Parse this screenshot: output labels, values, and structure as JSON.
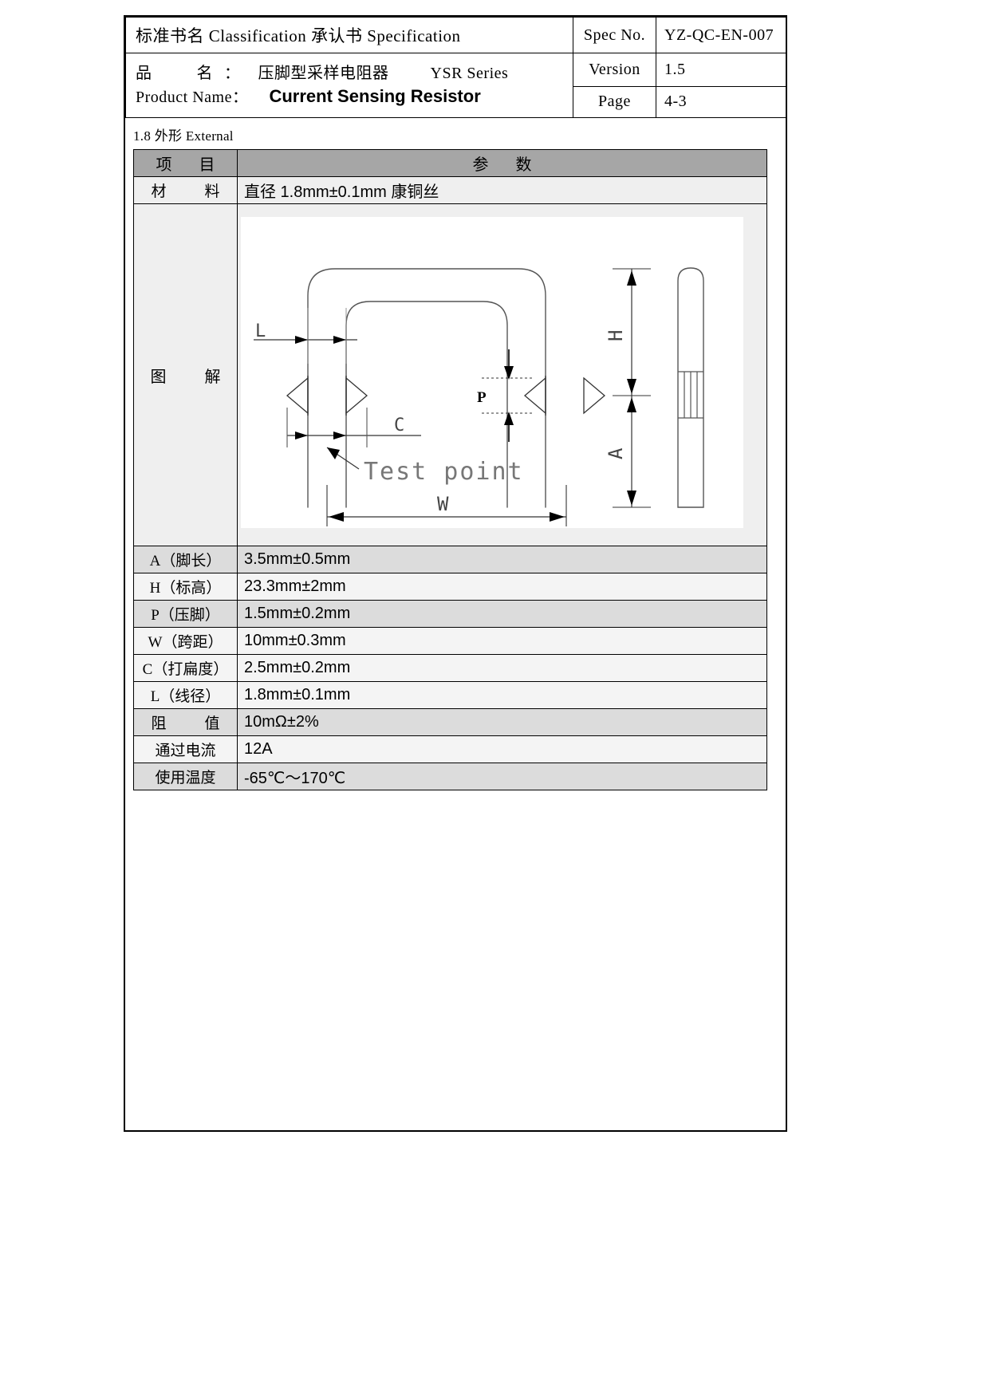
{
  "header": {
    "classification_title": "标准书名 Classification 承认书 Specification",
    "product_cn_label": "品",
    "product_cn_label2": "名",
    "product_cn_colon": "：",
    "product_cn_value": "压脚型采样电阻器",
    "series": "YSR Series",
    "product_en_label": "Product Name：",
    "product_en_value": "Current Sensing Resistor",
    "spec_no_label": "Spec No.",
    "spec_no_value": "YZ-QC-EN-007",
    "version_label": "Version",
    "version_value": "1.5",
    "page_label": "Page",
    "page_value": "4-3"
  },
  "section": {
    "heading": "1.8 外形 External"
  },
  "spec_table": {
    "col_item_header": "项",
    "col_item_header2": "目",
    "col_param_header": "参",
    "col_param_header2": "数",
    "material_label": "材",
    "material_label2": "料",
    "material_value": "直径 1.8mm±0.1mm 康铜丝",
    "diagram_label": "图",
    "diagram_label2": "解",
    "rows": [
      {
        "label": "A（脚长）",
        "value": "3.5mm±0.5mm"
      },
      {
        "label": "H（标高）",
        "value": "23.3mm±2mm"
      },
      {
        "label": "P（压脚）",
        "value": "1.5mm±0.2mm"
      },
      {
        "label": "W（跨距）",
        "value": "10mm±0.3mm"
      },
      {
        "label": "C（打扁度）",
        "value": "2.5mm±0.2mm"
      },
      {
        "label": "L（线径）",
        "value": "1.8mm±0.1mm"
      }
    ],
    "resistance_label": "阻",
    "resistance_label2": "值",
    "resistance_value": "10mΩ±2%",
    "current_label": "通过电流",
    "current_value": "12A",
    "temperature_label": "使用温度",
    "temperature_value": "-65℃～170℃"
  },
  "drawing": {
    "label_L": "L",
    "label_C": "C",
    "label_P": "P",
    "label_H": "H",
    "label_A": "A",
    "label_W": "W",
    "annotation_test_point": "Test point"
  },
  "colors": {
    "header_fill": "#a6a6a6",
    "row_shade_light": "#efefef",
    "row_shade_dark": "#dcdcdc",
    "border": "#000000"
  }
}
